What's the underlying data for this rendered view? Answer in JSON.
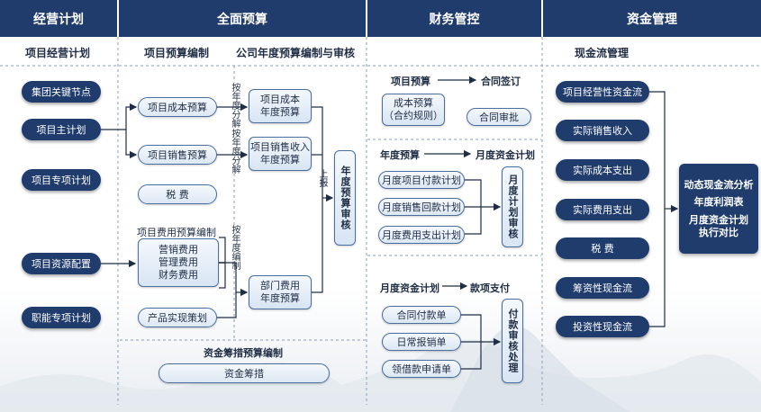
{
  "headers": {
    "col1": "经营计划",
    "col2": "全面预算",
    "col3": "财务管控",
    "col4": "资金管理"
  },
  "subheaders": {
    "col1": "项目经营计划",
    "col2a": "项目预算编制",
    "col2b": "公司年度预算编制与审核",
    "col4": "现金流管理"
  },
  "plan_items": [
    "集团关键节点",
    "项目主计划",
    "项目专项计划",
    "项目资源配置",
    "职能专项计划"
  ],
  "budget": {
    "cost_budget": "项目成本预算",
    "sales_budget": "项目销售预算",
    "tax": "税 费",
    "expense_title": "项目费用预算编制",
    "expense_lines": [
      "营销费用",
      "管理费用",
      "财务费用"
    ],
    "product_plan": "产品实现策划",
    "note1": "按年度分解",
    "note2": "按年度分解",
    "note3": "按年度编制",
    "annual_cost": [
      "项目成本",
      "年度预算"
    ],
    "annual_sales": [
      "项目销售收入",
      "年度预算"
    ],
    "dept_budget": [
      "部门费用",
      "年度预算"
    ],
    "report_label": "上报",
    "annual_review": "年度预算审核",
    "fund_title": "资金筹措预算编制",
    "fund_item": "资金筹措"
  },
  "control": {
    "sec1_from": "项目预算",
    "sec1_to": "合同签订",
    "cost_budget_contract": [
      "成本预算",
      "（合约规则）"
    ],
    "contract_approval": "合同审批",
    "sec2_from": "年度预算",
    "sec2_to": "月度资金计划",
    "monthly_items": [
      "月度项目付款计划",
      "月度销售回款计划",
      "月度费用支出计划"
    ],
    "monthly_review": "月度计划审核",
    "sec3_from": "月度资金计划",
    "sec3_to": "款项支付",
    "payment_items": [
      "合同付款单",
      "日常报销单",
      "领借款申请单"
    ],
    "payment_review": "付款审核处理"
  },
  "cashflow": {
    "items": [
      "项目经营性资金流",
      "实际销售收入",
      "实际成本支出",
      "实际费用支出",
      "税 费",
      "筹资性现金流",
      "投资性现金流"
    ],
    "summary": [
      "动态现金流分析",
      "年度利润表",
      "月度资金计划",
      "执行对比"
    ]
  },
  "colors": {
    "header_bg": "#1f3c6d",
    "pill_dark": "#1f3c6d",
    "box_border": "#4a6e9e",
    "arrow": "#1f2d45"
  }
}
